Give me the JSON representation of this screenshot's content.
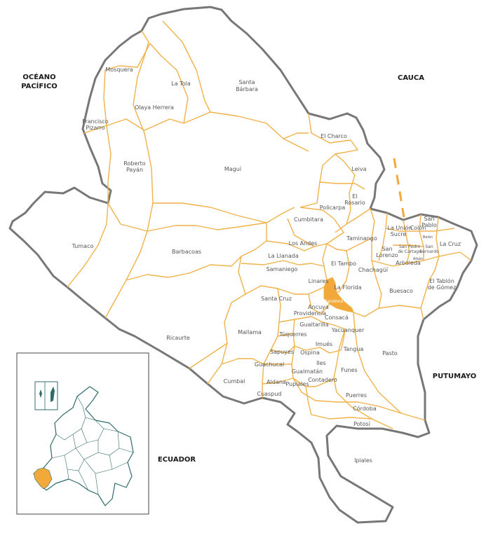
{
  "neighbors": {
    "ocean_line1": "OCÉANO",
    "ocean_line2": "PACÍFICO",
    "cauca": "CAUCA",
    "putumayo": "PUTUMAYO",
    "ecuador": "ECUADOR"
  },
  "municipalities": [
    {
      "label": "Mosquera"
    },
    {
      "label": "La Tola"
    },
    {
      "label": "Santa"
    },
    {
      "label": "Bárbara"
    },
    {
      "label": "Olaya Herrera"
    },
    {
      "label": "Francisco"
    },
    {
      "label": "Pizarro"
    },
    {
      "label": "El Charco"
    },
    {
      "label": "Roberto"
    },
    {
      "label": "Payán"
    },
    {
      "label": "Maguí"
    },
    {
      "label": "Leiva"
    },
    {
      "label": "El"
    },
    {
      "label": "Rosario"
    },
    {
      "label": "Policarpa"
    },
    {
      "label": "Cumbitara"
    },
    {
      "label": "Tumaco"
    },
    {
      "label": "Barbacoas"
    },
    {
      "label": "Los Andes"
    },
    {
      "label": "Taminango"
    },
    {
      "label": "La Llanada"
    },
    {
      "label": "Samaniego"
    },
    {
      "label": "El Tambo"
    },
    {
      "label": "Chachagüí"
    },
    {
      "label": "Linares"
    },
    {
      "label": "La Florida"
    },
    {
      "label": "Sandoná"
    },
    {
      "label": "Santa Cruz"
    },
    {
      "label": "Ancuya"
    },
    {
      "label": "Providencia"
    },
    {
      "label": "Consacá"
    },
    {
      "label": "Guaitarilla"
    },
    {
      "label": "Yacuanquer"
    },
    {
      "label": "Mallama"
    },
    {
      "label": "Túquerres"
    },
    {
      "label": "Imués"
    },
    {
      "label": "Tangua"
    },
    {
      "label": "Ricaurte"
    },
    {
      "label": "Sapuyes"
    },
    {
      "label": "Iles"
    },
    {
      "label": "Ospina"
    },
    {
      "label": "Guachucal"
    },
    {
      "label": "Gualmatán"
    },
    {
      "label": "Funes"
    },
    {
      "label": "Cumbal"
    },
    {
      "label": "Aldana"
    },
    {
      "label": "Pupiales"
    },
    {
      "label": "Contadero"
    },
    {
      "label": "Cuaspud"
    },
    {
      "label": "Puerres"
    },
    {
      "label": "Córdoba"
    },
    {
      "label": "Potosí"
    },
    {
      "label": "Pasto"
    },
    {
      "label": "Ipiales"
    },
    {
      "label": "Buesaco"
    },
    {
      "label": "El Tablón"
    },
    {
      "label": "de Gómez"
    },
    {
      "label": "La Cruz"
    },
    {
      "label": "Arboleda"
    },
    {
      "label": "San"
    },
    {
      "label": "Lorenzo"
    },
    {
      "label": "La Unión"
    },
    {
      "label": "Sucre"
    },
    {
      "label": "Colón"
    },
    {
      "label": "San"
    },
    {
      "label": "Pablo"
    },
    {
      "label": "Belén"
    },
    {
      "label": "San Pedro"
    },
    {
      "label": "de Cartago"
    },
    {
      "label": "San"
    },
    {
      "label": "Bernardo"
    },
    {
      "label": "Albán"
    }
  ],
  "colors": {
    "highlight": "#f3a93a",
    "boundary": "#f0b24a",
    "outline": "#777777",
    "country_fill": "#ffffff",
    "inset_boundary": "#2f6b6b"
  },
  "highlighted_municipality": "Sandoná",
  "inset": {
    "description_icon": "colombia-locator-icon"
  }
}
